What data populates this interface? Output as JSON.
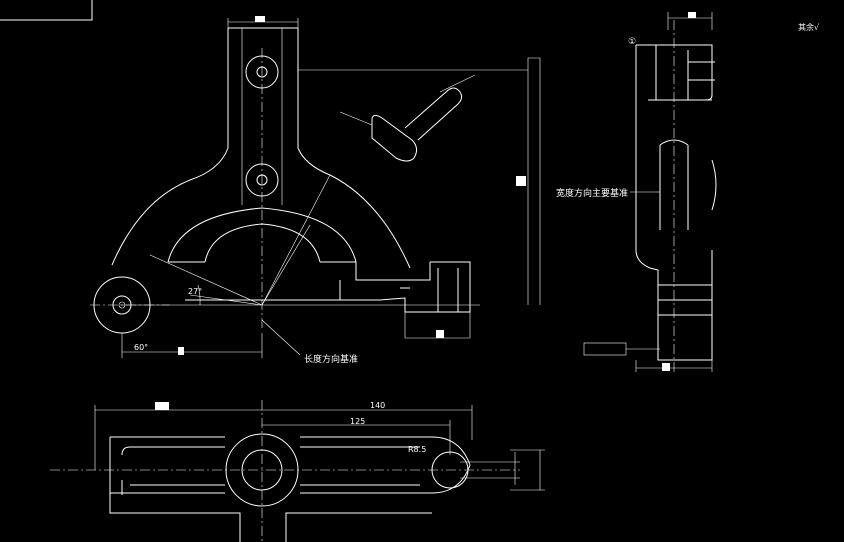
{
  "colors": {
    "background": "#000000",
    "line": "#ffffff"
  },
  "labels": {
    "length_datum": "长度方向基准",
    "width_datum": "宽度方向主要基准",
    "roughness_note": "其余√",
    "angle_27": "27°",
    "angle_60": "60°",
    "dim_140": "140",
    "dim_125": "125",
    "dim_r8_5": "R8.5",
    "section_mark": "①"
  }
}
